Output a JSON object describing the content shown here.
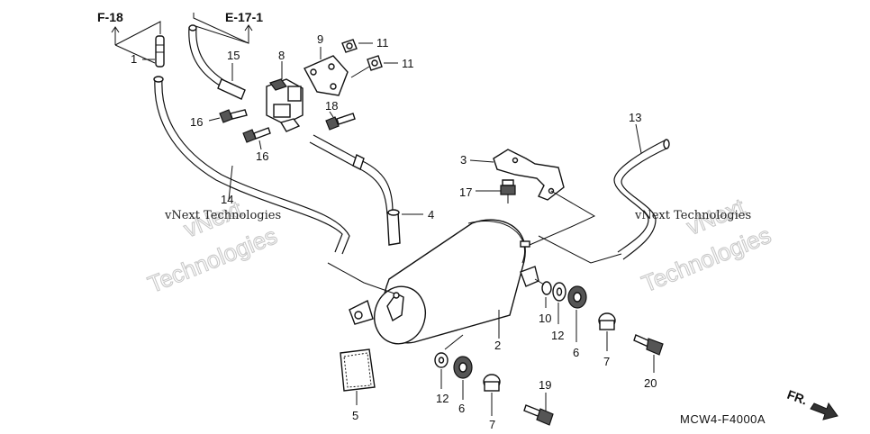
{
  "refs": {
    "f18": "F-18",
    "e171": "E-17-1"
  },
  "callouts": {
    "p1": "1",
    "p2": "2",
    "p3": "3",
    "p4": "4",
    "p5": "5",
    "p6a": "6",
    "p6b": "6",
    "p7a": "7",
    "p7b": "7",
    "p8": "8",
    "p9": "9",
    "p10": "10",
    "p11a": "11",
    "p11b": "11",
    "p12a": "12",
    "p12b": "12",
    "p13": "13",
    "p14": "14",
    "p15": "15",
    "p16a": "16",
    "p16b": "16",
    "p17": "17",
    "p18": "18",
    "p19": "19",
    "p20": "20"
  },
  "watermark": {
    "small_left": "vNext Technologies",
    "small_right": "vNext Technologies",
    "big_left_1": "vNext",
    "big_left_2": "Technologies",
    "big_right_1": "vNext",
    "big_right_2": "Technologies"
  },
  "direction": "FR.",
  "diagram_code": "MCW4-F4000A"
}
